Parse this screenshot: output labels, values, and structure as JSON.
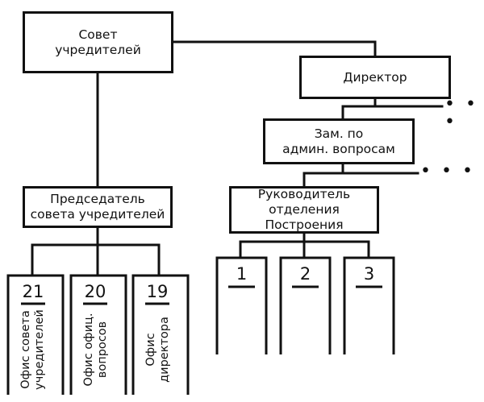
{
  "nodes": {
    "founders_council": "Совет\nучредителей",
    "director": "Директор",
    "deputy_admin": "Зам. по\nадмин. вопросам",
    "chairman": "Председатель\nсовета учредителей",
    "construction_head": "Руководитель\nотделения Построения"
  },
  "offices": [
    {
      "number": "21",
      "label": "Офис совета\nучредителей"
    },
    {
      "number": "20",
      "label": "Офис офиц.\nвопросов"
    },
    {
      "number": "19",
      "label": "Офис\nдиректора"
    }
  ],
  "branches": [
    {
      "number": "1"
    },
    {
      "number": "2"
    },
    {
      "number": "3"
    }
  ],
  "continuation": "• • •"
}
